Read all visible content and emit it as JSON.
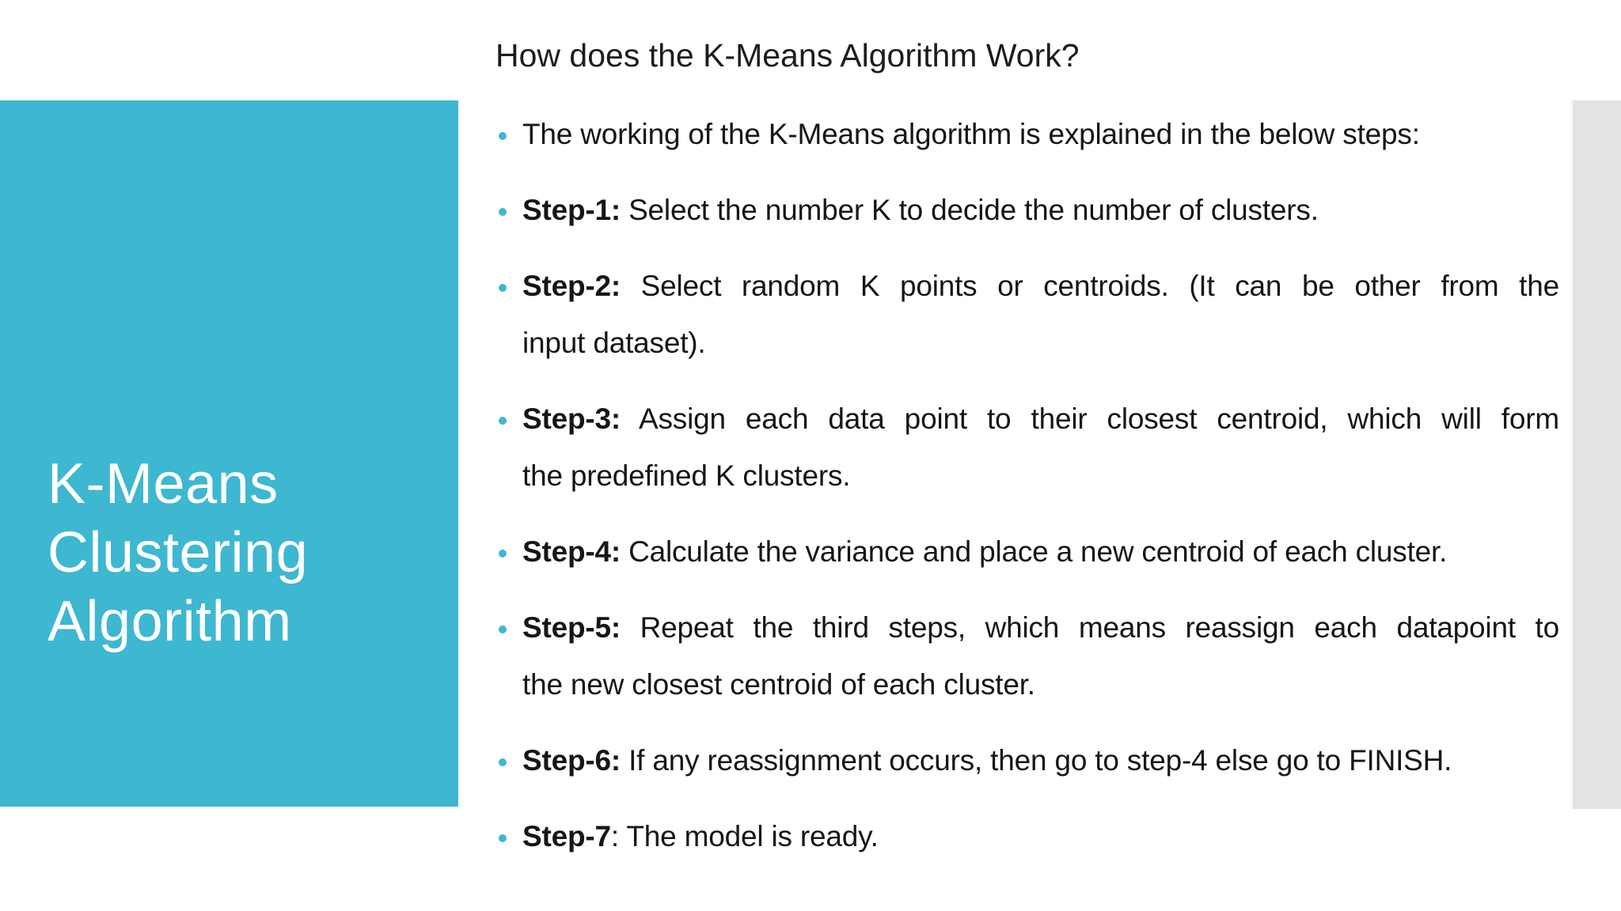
{
  "slide": {
    "colors": {
      "accent": "#3eb7d1",
      "strip": "#e3e3e3",
      "body_text": "#161616",
      "title_text": "#ffffff"
    },
    "sidebar": {
      "title_line1": "K-Means",
      "title_line2": "Clustering",
      "title_line3": "Algorithm"
    },
    "heading": "How does the K-Means Algorithm Work?",
    "bullets": [
      {
        "lines": [
          {
            "text": "The working of the K-Means algorithm is explained in the below steps:"
          }
        ]
      },
      {
        "lines": [
          {
            "bold": "Step-1:",
            "text": " Select the number K to decide the number of clusters."
          }
        ]
      },
      {
        "lines": [
          {
            "bold": "Step-2:",
            "text": " Select random K points or centroids. (It can be other from the"
          },
          {
            "text": "input dataset)."
          }
        ]
      },
      {
        "lines": [
          {
            "bold": "Step-3:",
            "text": " Assign each data point to their closest centroid, which will form"
          },
          {
            "text": "the predefined K clusters."
          }
        ]
      },
      {
        "lines": [
          {
            "bold": "Step-4:",
            "text": " Calculate the variance and place a new centroid of each cluster."
          }
        ]
      },
      {
        "lines": [
          {
            "bold": "Step-5:",
            "text": " Repeat the third steps, which means reassign each datapoint to"
          },
          {
            "text": "the new closest centroid of each cluster."
          }
        ]
      },
      {
        "lines": [
          {
            "bold": "Step-6:",
            "text": " If any reassignment occurs, then go to step-4 else go to FINISH."
          }
        ]
      },
      {
        "lines": [
          {
            "bold": "Step-7",
            "text": ": The model is ready."
          }
        ]
      }
    ]
  }
}
